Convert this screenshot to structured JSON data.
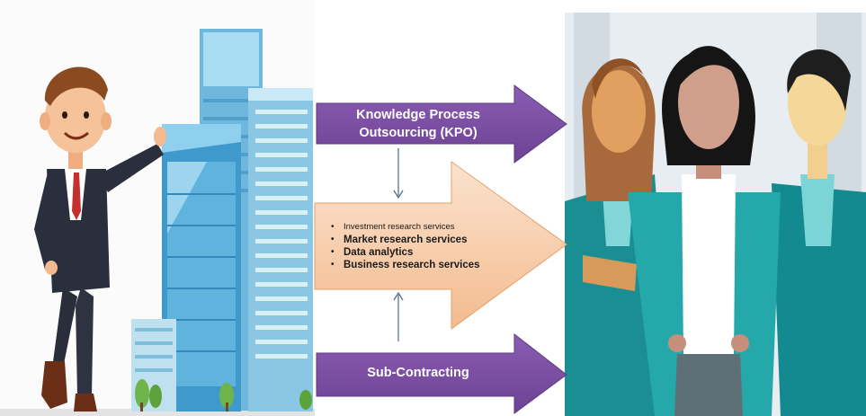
{
  "diagram": {
    "top_arrow": {
      "line1": "Knowledge Process",
      "line2": "Outsourcing (KPO)",
      "color": "#7b4fa0"
    },
    "bottom_arrow": {
      "label": "Sub-Contracting",
      "color": "#7b4fa0"
    },
    "center_arrow": {
      "color": "#f6c9a3",
      "services": [
        "Investment research services",
        "Market research services",
        "Data analytics",
        "Business research services"
      ]
    },
    "left_image": {
      "icon": "businessman-with-skyscrapers-illustration"
    },
    "right_image": {
      "icon": "three-professionals-team-illustration"
    }
  }
}
